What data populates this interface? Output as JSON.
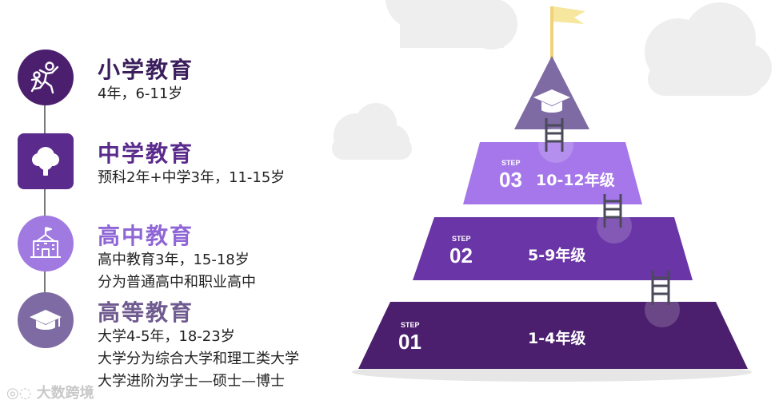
{
  "levels": [
    {
      "title": "小学教育",
      "lines": [
        "4年，6-11岁"
      ],
      "icon": "children-icon"
    },
    {
      "title": "中学教育",
      "lines": [
        "预科2年+中学3年，11-15岁"
      ],
      "icon": "tree-icon"
    },
    {
      "title": "高中教育",
      "lines": [
        "高中教育3年，15-18岁",
        "分为普通高中和职业高中"
      ],
      "icon": "school-building-icon"
    },
    {
      "title": "高等教育",
      "lines": [
        "大学4-5年，18-23岁",
        "大学分为综合大学和理工类大学",
        "大学进阶为学士—硕士—博士"
      ],
      "icon": "graduation-cap-icon"
    }
  ],
  "pyramid": {
    "steps": [
      {
        "label": "STEP",
        "number": "03",
        "grade": "10-12年级"
      },
      {
        "label": "STEP",
        "number": "02",
        "grade": "5-9年级"
      },
      {
        "label": "STEP",
        "number": "01",
        "grade": "1-4年级"
      }
    ]
  },
  "watermark": "大数跨境",
  "colors": {
    "dark_purple": "#4b1f6e",
    "mid_purple": "#6a35a6",
    "light_purple": "#a577ea",
    "top_purple": "#7e6ba3",
    "flag": "#f3e08a",
    "cloud": "#efefef"
  }
}
